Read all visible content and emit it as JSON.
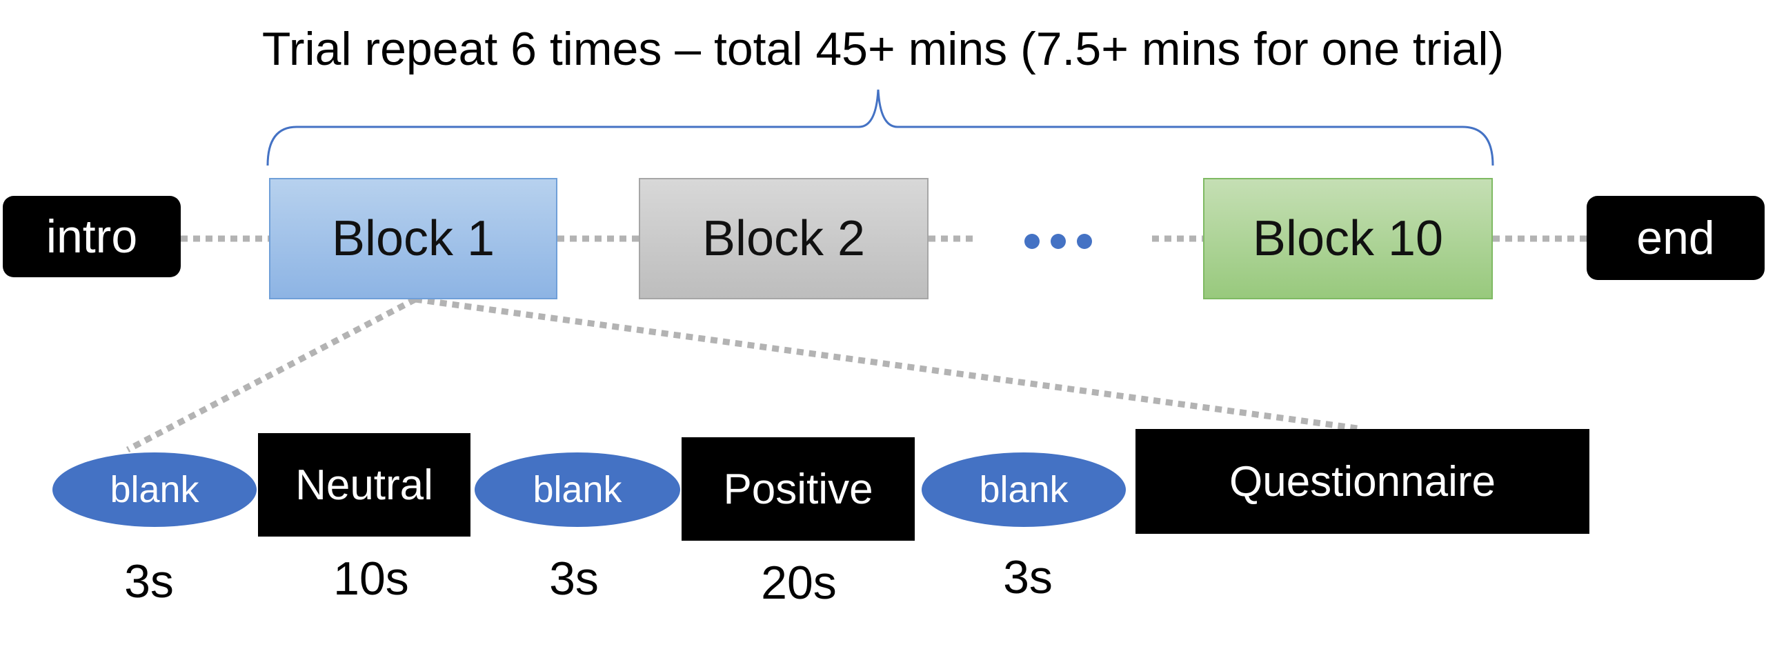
{
  "title": "Trial repeat 6 times – total 45+ mins (7.5+ mins for one trial)",
  "intro": "intro",
  "end": "end",
  "blocks": [
    "Block 1",
    "Block 2",
    "Block 10"
  ],
  "ellipsis_color": "#4472c4",
  "sequence": [
    {
      "label": "blank",
      "duration": "3s"
    },
    {
      "label": "Neutral",
      "duration": "10s"
    },
    {
      "label": "blank",
      "duration": "3s"
    },
    {
      "label": "Positive",
      "duration": "20s"
    },
    {
      "label": "blank",
      "duration": "3s"
    },
    {
      "label": "Questionnaire",
      "duration": ""
    }
  ],
  "colors": {
    "blank": "#4472c4",
    "block1": "#9dc3e6",
    "block2": "#c9c9c9",
    "block10": "#a9d18e",
    "connector": "#b3b3b3"
  }
}
